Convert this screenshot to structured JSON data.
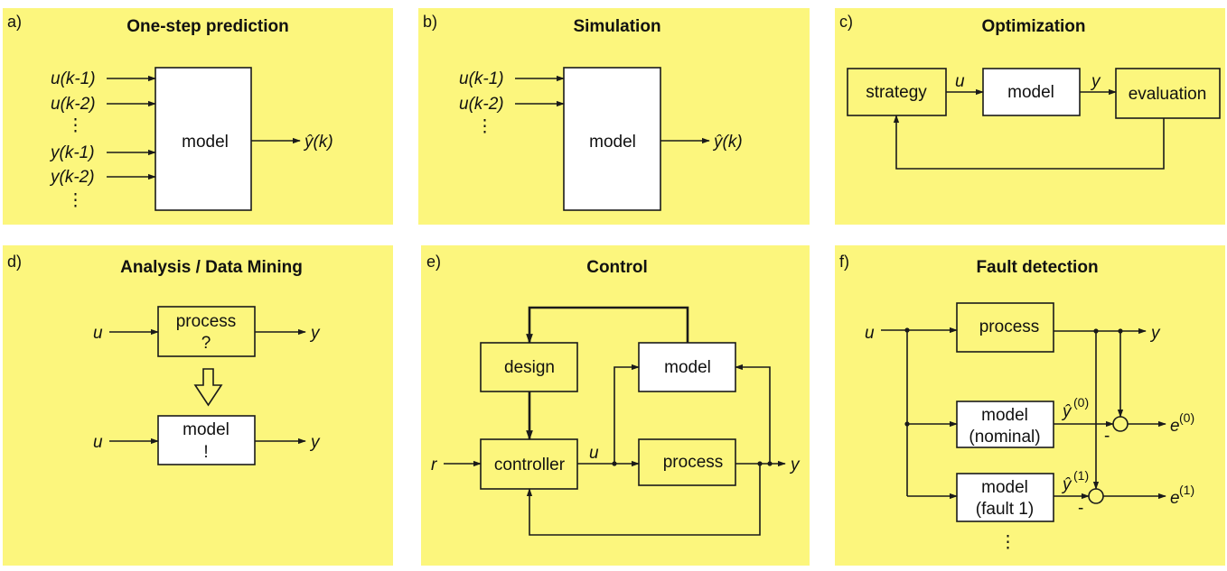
{
  "panels": [
    {
      "tag": "a)",
      "title": "One-step prediction"
    },
    {
      "tag": "b)",
      "title": "Simulation"
    },
    {
      "tag": "c)",
      "title": "Optimization"
    },
    {
      "tag": "d)",
      "title": "Analysis / Data Mining"
    },
    {
      "tag": "e)",
      "title": "Control"
    },
    {
      "tag": "f)",
      "title": "Fault detection"
    }
  ],
  "a": {
    "box": "model",
    "inputs": [
      "u(k-1)",
      "u(k-2)",
      "y(k-1)",
      "y(k-2)"
    ],
    "output": "ŷ(k)"
  },
  "b": {
    "box": "model",
    "inputs": [
      "u(k-1)",
      "u(k-2)"
    ],
    "output": "ŷ(k)"
  },
  "c": {
    "strategy": "strategy",
    "model": "model",
    "evaluation": "evaluation",
    "u": "u",
    "y": "y"
  },
  "d": {
    "process_line1": "process",
    "process_line2": "?",
    "model_line1": "model",
    "model_line2": "!",
    "u": "u",
    "y": "y"
  },
  "e": {
    "design": "design",
    "model": "model",
    "controller": "controller",
    "process": "process",
    "r": "r",
    "u": "u",
    "y": "y"
  },
  "f": {
    "process": "process",
    "model_nominal_1": "model",
    "model_nominal_2": "(nominal)",
    "model_fault_1": "model",
    "model_fault_2": "(fault 1)",
    "u": "u",
    "y": "y",
    "y_hat0": "ŷ",
    "y_hat0_sup": "(0)",
    "y_hat1": "ŷ",
    "y_hat1_sup": "(1)",
    "e0": "e",
    "e0_sup": "(0)",
    "e1": "e",
    "e1_sup": "(1)",
    "minus": "-",
    "dots": "⋮"
  },
  "colors": {
    "panel": "#fcf67d",
    "box": "#ffffff",
    "ink": "#1a1a1a"
  }
}
